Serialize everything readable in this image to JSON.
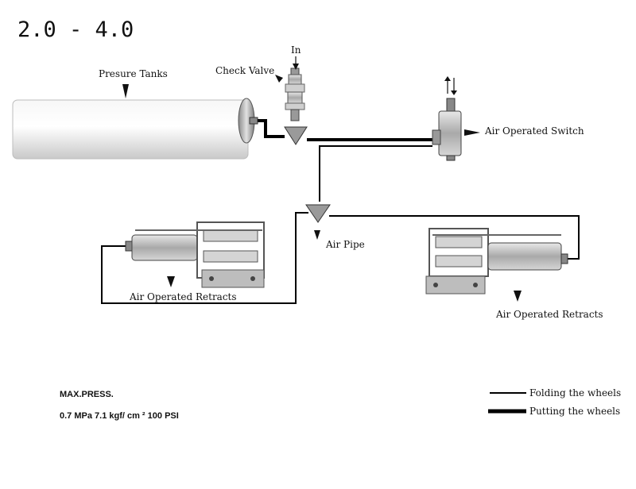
{
  "title": "2.0 - 4.0",
  "labels": {
    "pressure_tanks": "Presure Tanks",
    "check_valve": "Check Valve",
    "in": "In",
    "air_operated_switch": "Air Operated Switch",
    "air_pipe": "Air Pipe",
    "retracts_left": "Air Operated Retracts",
    "retracts_right": "Air Operated Retracts"
  },
  "specs": {
    "heading": "MAX.PRESS.",
    "values": "0.7 MPa  7.1 kgf/ cm ²  100 PSI"
  },
  "legend": {
    "thin": "Folding the wheels",
    "thick": "Putting the wheels"
  },
  "colors": {
    "line": "#000000",
    "metal": "#b8b8b8",
    "tank": "#ececec"
  }
}
